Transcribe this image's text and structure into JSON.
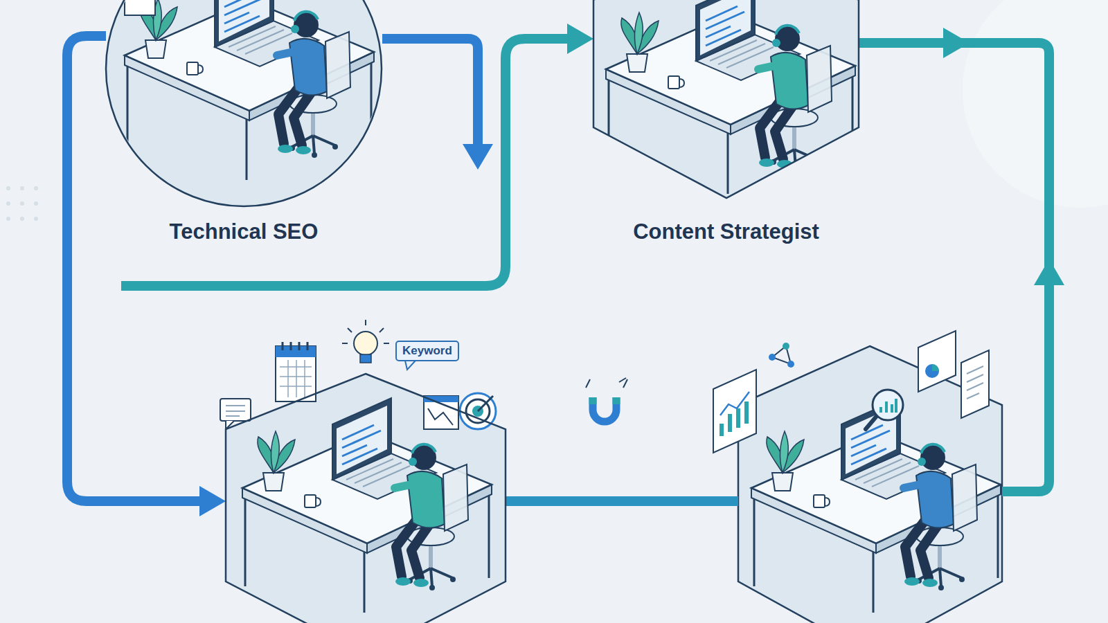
{
  "diagram": {
    "nodes": [
      {
        "text": [
          "Technical SEO"
        ]
      },
      {
        "text": [
          "Content Strategist"
        ]
      },
      {
        "text": [
          "Keyword"
        ]
      }
    ],
    "edges": [
      {
        "from": 0,
        "to": 1,
        "arrow": "to"
      },
      {
        "from": 0,
        "to": 2,
        "arrow": "to"
      }
    ]
  }
}
